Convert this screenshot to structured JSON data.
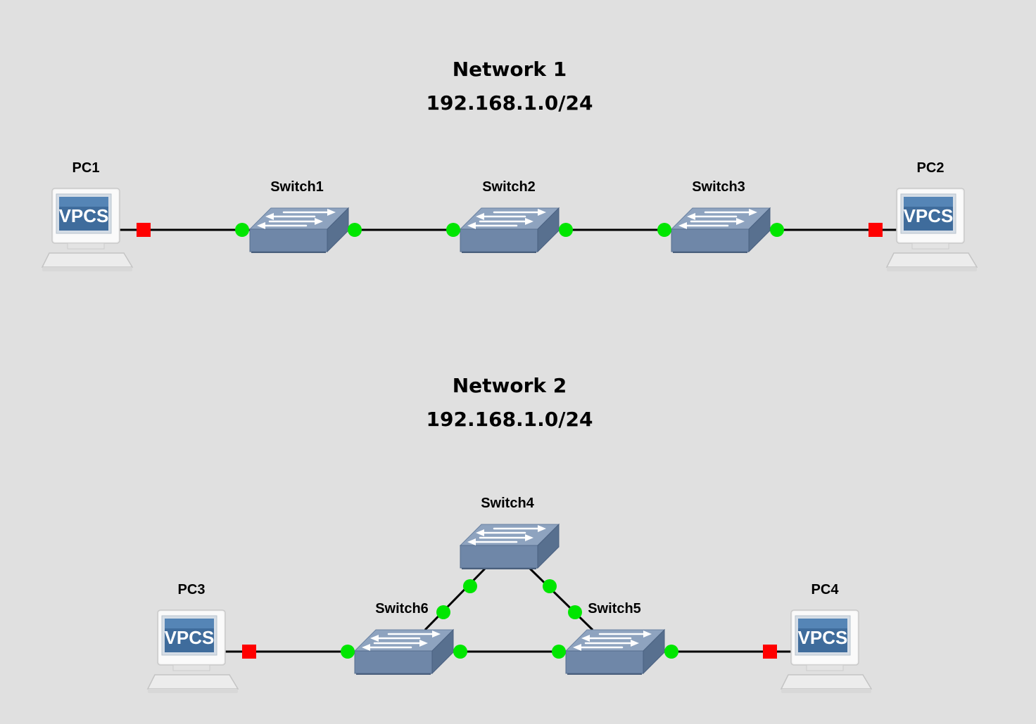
{
  "networks": [
    {
      "title": "Network 1",
      "subnet": "192.168.1.0/24"
    },
    {
      "title": "Network 2",
      "subnet": "192.168.1.0/24"
    }
  ],
  "pc_icon_text": "VPCS",
  "nodes": {
    "pc1": {
      "label": "PC1",
      "type": "vpcs"
    },
    "pc2": {
      "label": "PC2",
      "type": "vpcs"
    },
    "pc3": {
      "label": "PC3",
      "type": "vpcs"
    },
    "pc4": {
      "label": "PC4",
      "type": "vpcs"
    },
    "switch1": {
      "label": "Switch1",
      "type": "switch"
    },
    "switch2": {
      "label": "Switch2",
      "type": "switch"
    },
    "switch3": {
      "label": "Switch3",
      "type": "switch"
    },
    "switch4": {
      "label": "Switch4",
      "type": "switch"
    },
    "switch5": {
      "label": "Switch5",
      "type": "switch"
    },
    "switch6": {
      "label": "Switch6",
      "type": "switch"
    }
  },
  "links": [
    {
      "from": "pc1",
      "to": "switch1",
      "from_status": "stopped",
      "to_status": "up"
    },
    {
      "from": "switch1",
      "to": "switch2",
      "from_status": "up",
      "to_status": "up"
    },
    {
      "from": "switch2",
      "to": "switch3",
      "from_status": "up",
      "to_status": "up"
    },
    {
      "from": "switch3",
      "to": "pc2",
      "from_status": "up",
      "to_status": "stopped"
    },
    {
      "from": "pc3",
      "to": "switch6",
      "from_status": "stopped",
      "to_status": "up"
    },
    {
      "from": "switch6",
      "to": "switch5",
      "from_status": "up",
      "to_status": "up"
    },
    {
      "from": "switch5",
      "to": "pc4",
      "from_status": "up",
      "to_status": "stopped"
    },
    {
      "from": "switch4",
      "to": "switch6",
      "from_status": "up",
      "to_status": "up"
    },
    {
      "from": "switch4",
      "to": "switch5",
      "from_status": "up",
      "to_status": "up"
    }
  ],
  "colors": {
    "background": "#e0e0e0",
    "link": "#000000",
    "status_up": "#00e600",
    "status_stopped": "#ff0000",
    "switch_top": "#8fa3bd",
    "switch_front": "#6e86a6",
    "switch_side": "#5a7090",
    "vpcs_screen": "#3d6a9a"
  },
  "icons": {
    "pc": "vpcs-computer-icon",
    "switch": "ethernet-switch-icon"
  }
}
